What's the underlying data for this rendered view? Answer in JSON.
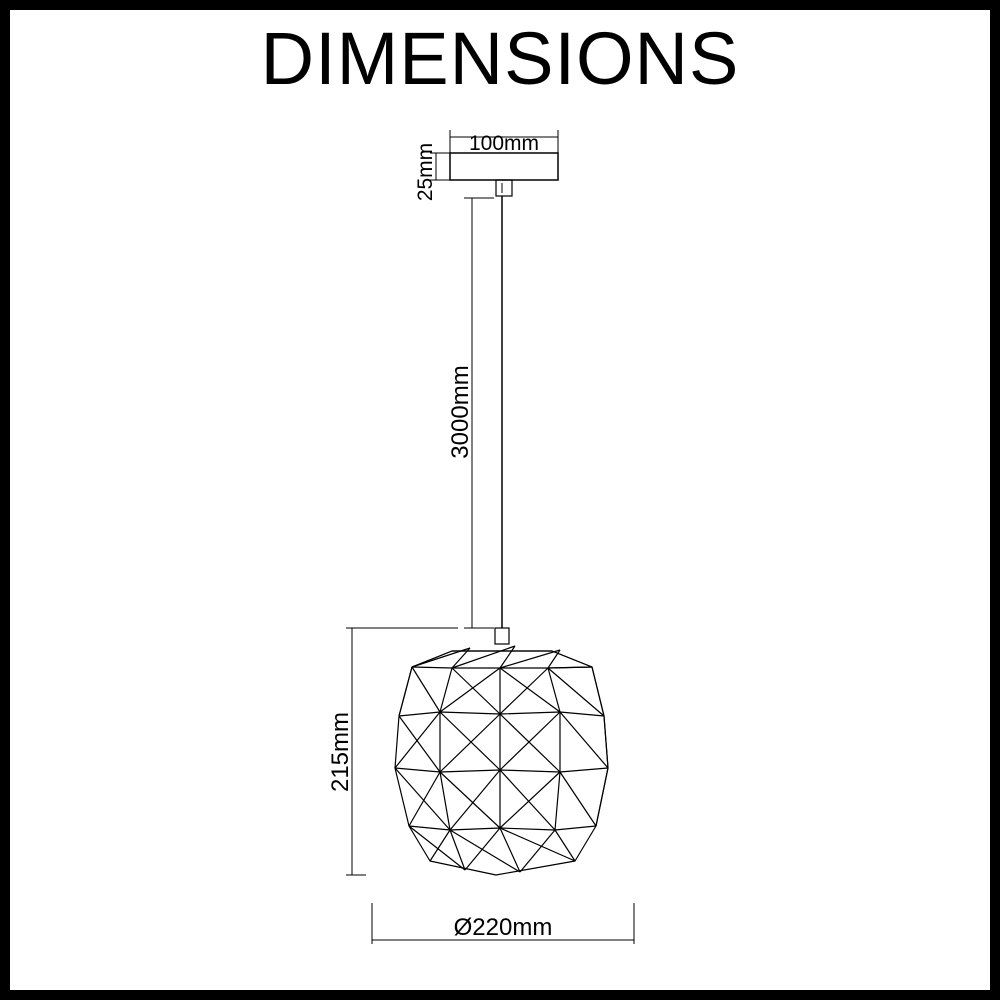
{
  "title": "DIMENSIONS",
  "dimensions": {
    "canopy_width": "100mm",
    "canopy_height": "25mm",
    "cable_length": "3000mm",
    "shade_height": "215mm",
    "shade_diameter": "Ø220mm"
  },
  "colors": {
    "line": "#000000",
    "background": "#ffffff"
  }
}
